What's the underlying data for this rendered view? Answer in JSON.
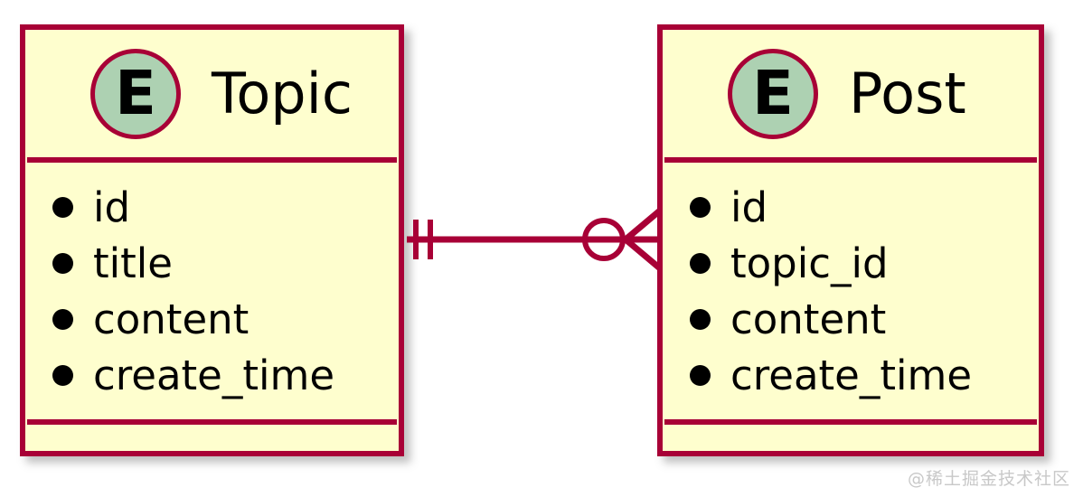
{
  "diagram": {
    "type": "er-diagram",
    "notation": "crows-foot",
    "background_color": "#FFFFFF",
    "entity_fill_color": "#FEFECE",
    "entity_border_color": "#A80036",
    "badge_fill_color": "#ADD1B2",
    "text_color": "#000000"
  },
  "entities": [
    {
      "id": "topic",
      "name": "Topic",
      "badge_letter": "E",
      "attributes": [
        {
          "name": "id"
        },
        {
          "name": "title"
        },
        {
          "name": "content"
        },
        {
          "name": "create_time"
        }
      ]
    },
    {
      "id": "post",
      "name": "Post",
      "badge_letter": "E",
      "attributes": [
        {
          "name": "id"
        },
        {
          "name": "topic_id"
        },
        {
          "name": "content"
        },
        {
          "name": "create_time"
        }
      ]
    }
  ],
  "relationship": {
    "from": "Topic",
    "to": "Post",
    "left_cardinality": "exactly-one",
    "right_cardinality": "zero-or-many",
    "left_symbol": "double-tick",
    "right_symbol": "circle-crowsfoot",
    "line_color": "#A80036"
  },
  "watermark": {
    "text": "@稀土掘金技术社区"
  }
}
